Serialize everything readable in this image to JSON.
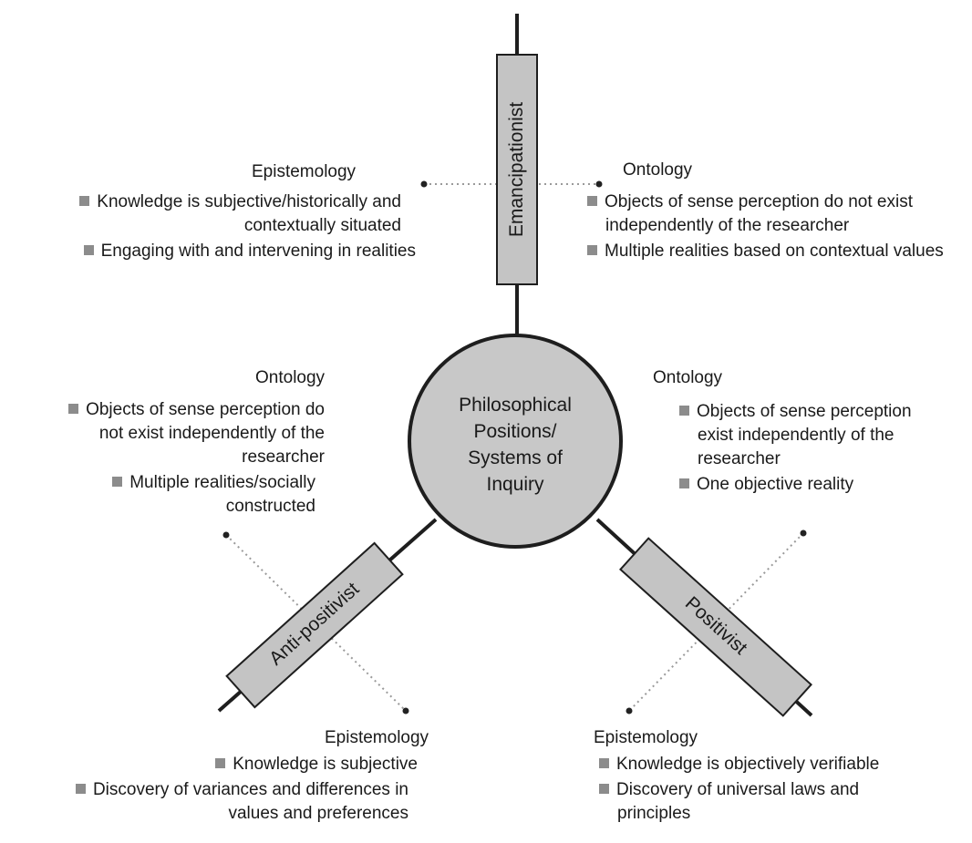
{
  "center": {
    "lines": [
      "Philosophical",
      "Positions/",
      "Systems of",
      "Inquiry"
    ]
  },
  "emancipationist": {
    "label": "Emancipationist",
    "epistemology": {
      "heading": "Epistemology",
      "items": [
        "Knowledge is subjective/historically and contextually situated",
        "Engaging with and intervening in realities"
      ]
    },
    "ontology": {
      "heading": "Ontology",
      "items": [
        "Objects of sense perception do not exist independently of the researcher",
        "Multiple realities based on contextual values"
      ]
    }
  },
  "anti_positivist": {
    "label": "Anti-positivist",
    "ontology": {
      "heading": "Ontology",
      "items": [
        "Objects of sense perception do not exist independently of the researcher",
        "Multiple realities/socially constructed"
      ]
    },
    "epistemology": {
      "heading": "Epistemology",
      "items": [
        "Knowledge is subjective",
        "Discovery of variances and differences in values and preferences"
      ]
    }
  },
  "positivist": {
    "label": "Positivist",
    "ontology": {
      "heading": "Ontology",
      "items": [
        "Objects of sense perception exist independently of the researcher",
        "One objective reality"
      ]
    },
    "epistemology": {
      "heading": "Epistemology",
      "items": [
        "Knowledge is objectively verifiable",
        "Discovery of universal laws and principles"
      ]
    }
  },
  "colors": {
    "box_fill": "#c4c4c4",
    "circle_fill": "#c8c8c8",
    "line": "#1e1e1e",
    "dotted": "#9a9a9a",
    "bullet": "#8c8c8c"
  }
}
